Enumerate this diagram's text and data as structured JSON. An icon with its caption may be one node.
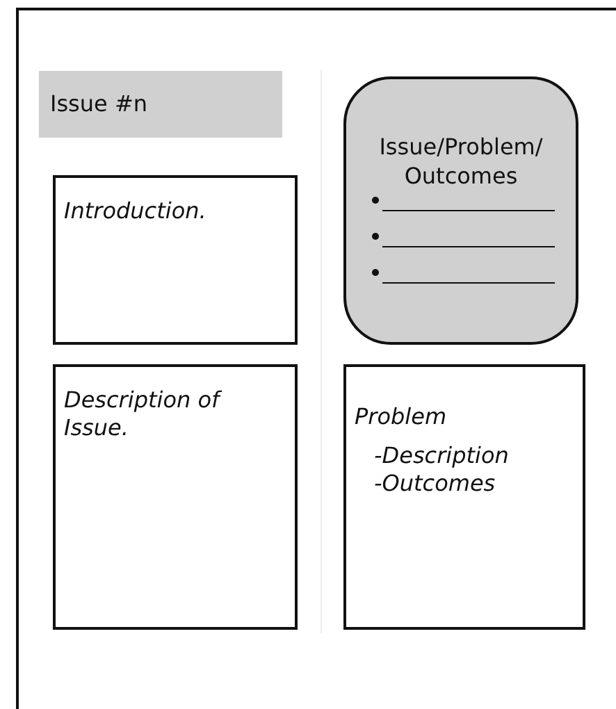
{
  "diagram": {
    "nodes": [
      {
        "text": [
          "Issue #n"
        ]
      },
      {
        "text": [
          "Introduction."
        ]
      },
      {
        "text": [
          "Issue/Problem/ Outcomes"
        ]
      },
      {
        "text": [
          "Description of Issue."
        ]
      },
      {
        "text": [
          "Problem",
          "-Description",
          "-Outcomes"
        ]
      }
    ]
  }
}
